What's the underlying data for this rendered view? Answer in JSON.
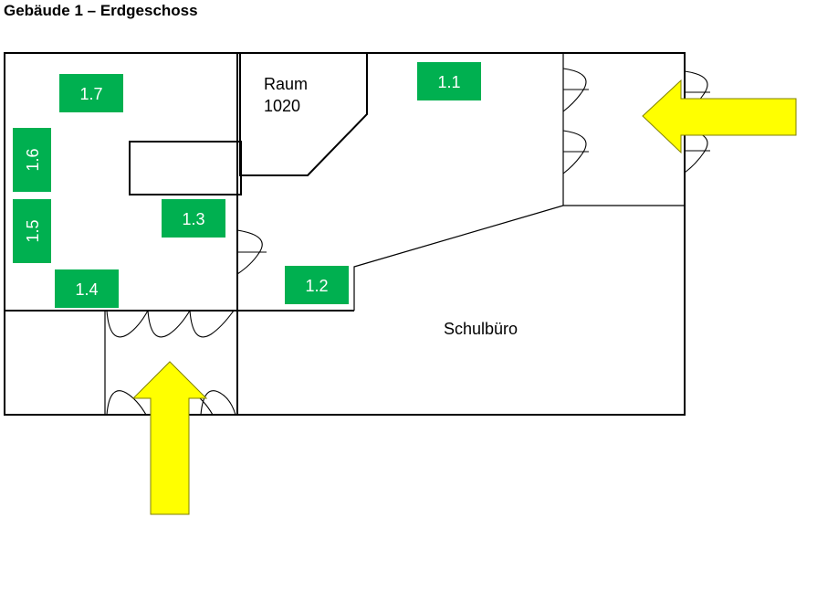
{
  "title": "Gebäude 1 – Erdgeschoss",
  "rooms": {
    "raum_line1": "Raum",
    "raum_line2": "1020",
    "schulbuero": "Schulbüro"
  },
  "badges": {
    "b11": "1.1",
    "b12": "1.2",
    "b13": "1.3",
    "b14": "1.4",
    "b15": "1.5",
    "b16": "1.6",
    "b17": "1.7"
  },
  "colors": {
    "badge": "#00b050",
    "badge_text": "#ffffff",
    "arrow": "#ffff00",
    "wall": "#000000"
  },
  "icons": {
    "entrance_right": "entrance-arrow-left-icon",
    "entrance_bottom": "entrance-arrow-up-icon"
  }
}
